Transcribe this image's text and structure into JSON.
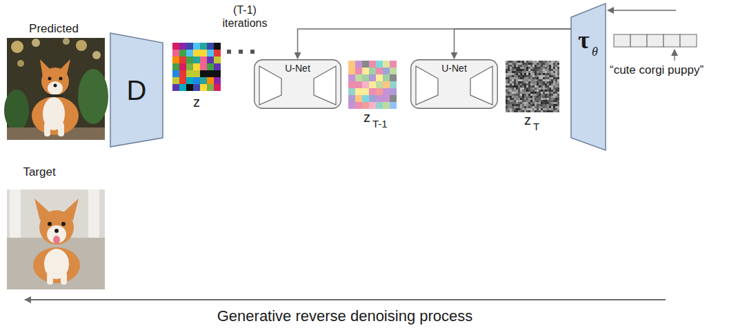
{
  "diagram": {
    "nodes": [
      {
        "text": [
          "D"
        ]
      },
      {
        "text": [
          "U-Net"
        ]
      },
      {
        "text": [
          "U-Net"
        ]
      },
      {
        "text": [
          "τ",
          "θ"
        ]
      }
    ],
    "edges": [
      {
        "from": 3,
        "to": 1,
        "arrow": "to"
      },
      {
        "from": 3,
        "to": 2,
        "arrow": "to"
      }
    ],
    "labels": [
      "Predicted",
      "z",
      "(T-1) iterations",
      "z",
      "T-1",
      "z",
      "T",
      "“cute corgi puppy”",
      "Target",
      "Generative reverse denoising process"
    ]
  }
}
